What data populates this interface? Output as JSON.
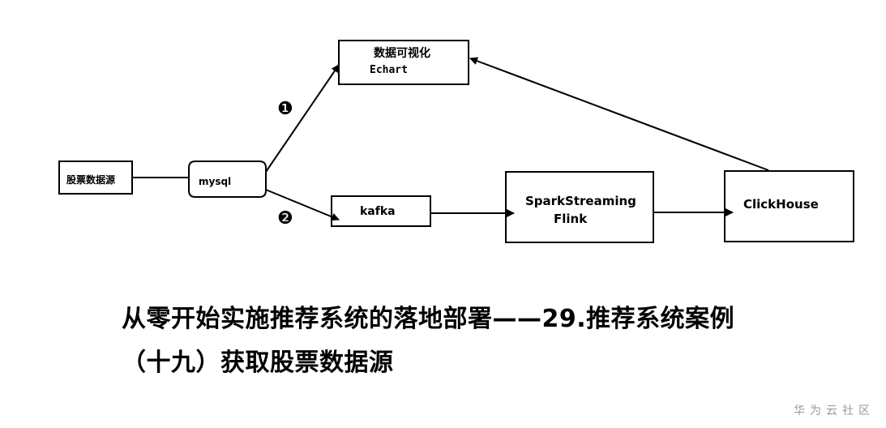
{
  "diagram": {
    "nodes": {
      "source": "股票数据源",
      "mysql": "mysql",
      "viz_line1": "数据可视化",
      "viz_line2": "Echart",
      "kafka": "kafka",
      "stream_line1": "SparkStreaming",
      "stream_line2": "Flink",
      "clickhouse": "ClickHouse"
    },
    "markers": {
      "path1": "❶",
      "path2": "❷"
    }
  },
  "title": {
    "line1": "从零开始实施推荐系统的落地部署——29.推荐系统案例",
    "line2": "（十九）获取股票数据源"
  },
  "watermark": "华为云社区"
}
